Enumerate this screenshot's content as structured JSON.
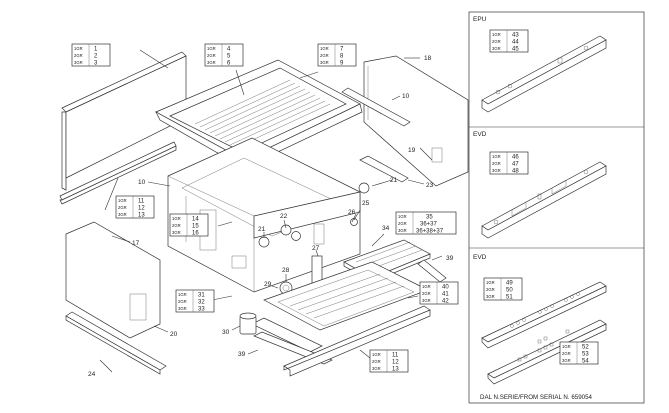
{
  "ref_boxes": [
    {
      "id": "b1",
      "groups": [
        "1GR",
        "2GR",
        "3GR"
      ],
      "parts": [
        "1",
        "2",
        "3"
      ]
    },
    {
      "id": "b2",
      "groups": [
        "1GR",
        "2GR",
        "3GR"
      ],
      "parts": [
        "4",
        "5",
        "6"
      ]
    },
    {
      "id": "b3",
      "groups": [
        "1GR",
        "2GR",
        "3GR"
      ],
      "parts": [
        "7",
        "8",
        "9"
      ]
    },
    {
      "id": "b4",
      "groups": [
        "1GR",
        "2GR",
        "3GR"
      ],
      "parts": [
        "11",
        "12",
        "13"
      ]
    },
    {
      "id": "b5",
      "groups": [
        "1GR",
        "2GR",
        "3GR"
      ],
      "parts": [
        "14",
        "15",
        "16"
      ]
    },
    {
      "id": "b6",
      "groups": [
        "1GR",
        "2GR",
        "3GR"
      ],
      "parts": [
        "35",
        "36+37",
        "36+38+37"
      ]
    },
    {
      "id": "b7",
      "groups": [
        "1GR",
        "2GR",
        "3GR"
      ],
      "parts": [
        "31",
        "32",
        "33"
      ]
    },
    {
      "id": "b8",
      "groups": [
        "1GR",
        "2GR",
        "3GR"
      ],
      "parts": [
        "40",
        "41",
        "42"
      ]
    },
    {
      "id": "b9",
      "groups": [
        "1GR",
        "2GR",
        "3GR"
      ],
      "parts": [
        "11",
        "12",
        "13"
      ]
    },
    {
      "id": "b10",
      "groups": [
        "1GR",
        "2GR",
        "3GR"
      ],
      "parts": [
        "43",
        "44",
        "45"
      ]
    },
    {
      "id": "b11",
      "groups": [
        "1GR",
        "2GR",
        "3GR"
      ],
      "parts": [
        "46",
        "47",
        "48"
      ]
    },
    {
      "id": "b12",
      "groups": [
        "1GR",
        "2GR",
        "3GR"
      ],
      "parts": [
        "49",
        "50",
        "51"
      ]
    },
    {
      "id": "b13",
      "groups": [
        "1GR",
        "2GR",
        "3GR"
      ],
      "parts": [
        "52",
        "53",
        "54"
      ]
    }
  ],
  "callouts": [
    "18",
    "10",
    "19",
    "10",
    "21",
    "23",
    "17",
    "25",
    "26",
    "22",
    "21",
    "27",
    "28",
    "34",
    "39",
    "29",
    "20",
    "30",
    "39",
    "24"
  ],
  "panels": {
    "epu_title": "EPU",
    "evd1_title": "EVD",
    "evd2_title": "EVD",
    "footer": "DAL N.SERIE/FROM SERIAL N. 659054"
  }
}
